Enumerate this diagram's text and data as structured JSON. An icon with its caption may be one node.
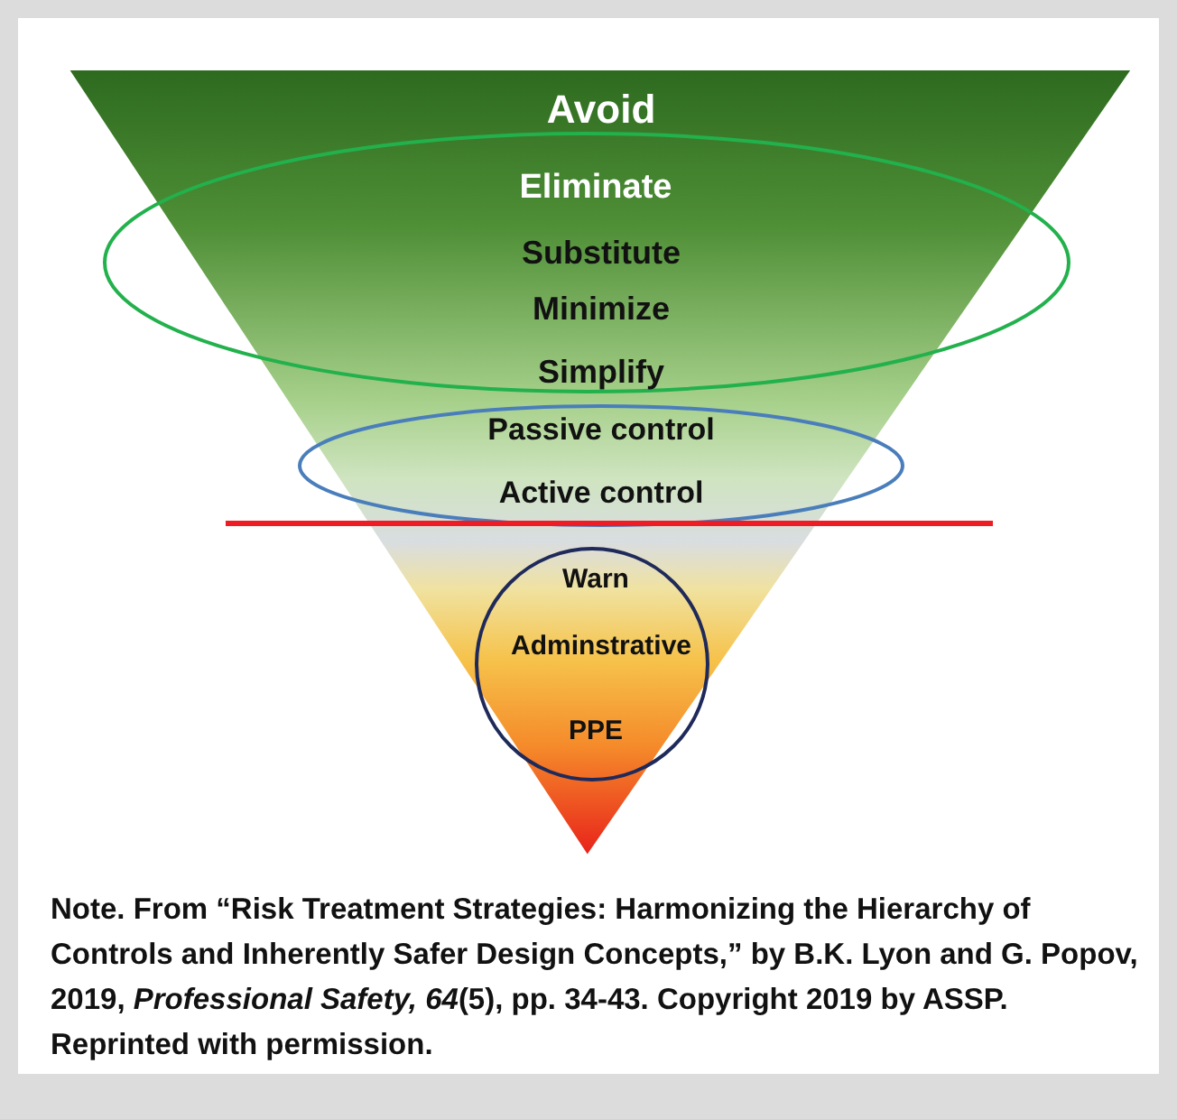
{
  "diagram": {
    "caption": "Note. From “Risk Treatment Strategies: Harmonizing the Hierarchy of Controls and Inherently Safer Design Concepts,” by B.K. Lyon and G. Popov, 2019, *Professional Safety, 64*(5), pp. 34-43. Copyright 2019 by ASSP. Reprinted with permission.",
    "nodes": [
      {
        "text": [
          "Avoid"
        ]
      },
      {
        "text": [
          "Eliminate",
          "Substitute",
          "Minimize",
          "Simplify"
        ],
        "in": 0
      },
      {
        "text": [
          "Passive control",
          "Active control"
        ],
        "in": 0
      },
      {
        "text": [
          "Warn",
          "Adminstrative",
          "PPE"
        ],
        "in": 0
      }
    ]
  }
}
